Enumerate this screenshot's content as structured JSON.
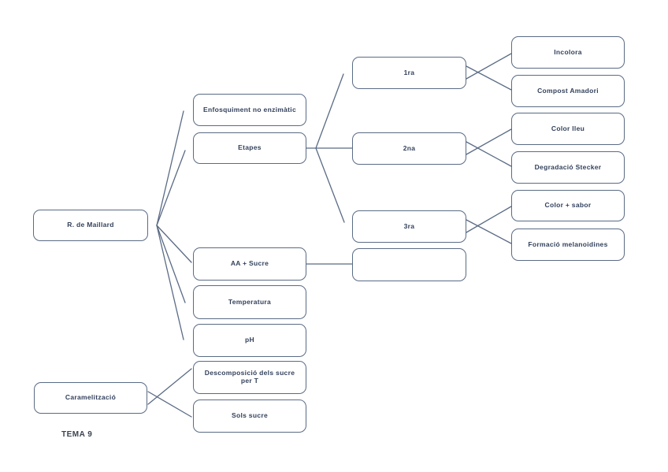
{
  "diagram": {
    "type": "mind-map",
    "topic": "Maillard reaction study notes (Catalan)",
    "colors": {
      "node_border": "#5a6b85",
      "connector_line": "#5a6b85",
      "node_text": "#33415c",
      "background": "#ffffff"
    },
    "nodes": {
      "maillard": {
        "label": "R. de Maillard"
      },
      "enfosquiment": {
        "label": "Enfosquiment no enzimàtic"
      },
      "etapes": {
        "label": "Etapes"
      },
      "aa_sucre": {
        "label": "AA + Sucre"
      },
      "temperatura": {
        "label": "Temperatura"
      },
      "ph": {
        "label": "pH"
      },
      "descomposicio": {
        "label": "Descomposició dels sucre per T"
      },
      "sols_sucre": {
        "label": "Sols sucre"
      },
      "r1": {
        "label": "1ra"
      },
      "r2": {
        "label": "2na"
      },
      "r3": {
        "label": "3ra"
      },
      "empty": {
        "label": ""
      },
      "incolora": {
        "label": "Incolora"
      },
      "compost": {
        "label": "Compost Amadori"
      },
      "color_lleu": {
        "label": "Color lleu"
      },
      "degradacio": {
        "label": "Degradació Stecker"
      },
      "color_sabor": {
        "label": "Color + sabor"
      },
      "formacio": {
        "label": "Formació melanoidines"
      },
      "caramelitzacio": {
        "label": "Caramelització"
      }
    },
    "edges": [
      {
        "from": "maillard",
        "to": "enfosquiment"
      },
      {
        "from": "maillard",
        "to": "etapes"
      },
      {
        "from": "maillard",
        "to": "aa_sucre"
      },
      {
        "from": "maillard",
        "to": "temperatura"
      },
      {
        "from": "maillard",
        "to": "ph"
      },
      {
        "from": "etapes",
        "to": "r1"
      },
      {
        "from": "etapes",
        "to": "r2"
      },
      {
        "from": "etapes",
        "to": "r3"
      },
      {
        "from": "r1",
        "to": "incolora"
      },
      {
        "from": "r1",
        "to": "compost"
      },
      {
        "from": "r2",
        "to": "color_lleu"
      },
      {
        "from": "r2",
        "to": "degradacio"
      },
      {
        "from": "r3",
        "to": "color_sabor"
      },
      {
        "from": "r3",
        "to": "formacio"
      },
      {
        "from": "aa_sucre",
        "to": "empty"
      },
      {
        "from": "caramelitzacio",
        "to": "descomposicio"
      },
      {
        "from": "caramelitzacio",
        "to": "sols_sucre"
      }
    ],
    "footer": {
      "label": "TEMA 9"
    }
  }
}
